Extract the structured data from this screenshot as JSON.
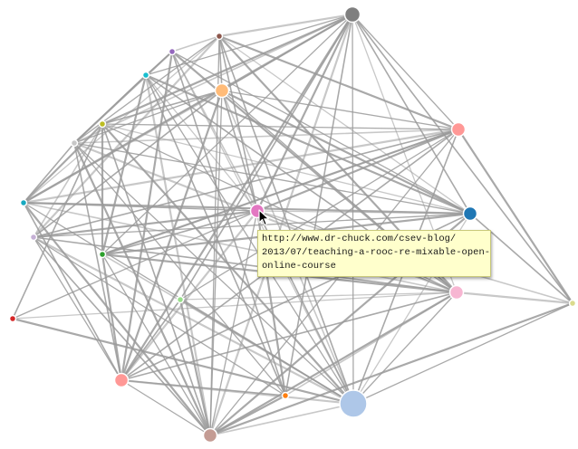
{
  "graph": {
    "nodes": [
      {
        "id": "n0",
        "color": "#7f7f7f",
        "size": "large"
      },
      {
        "id": "n1",
        "color": "#8c564b",
        "size": "small"
      },
      {
        "id": "n2",
        "color": "#9467bd",
        "size": "small"
      },
      {
        "id": "n3",
        "color": "#ffbb78",
        "size": "medium"
      },
      {
        "id": "n4",
        "color": "#17becf",
        "size": "small"
      },
      {
        "id": "n5",
        "color": "#bcbd22",
        "size": "small"
      },
      {
        "id": "n6",
        "color": "#c7c7c7",
        "size": "small"
      },
      {
        "id": "n7",
        "color": "#ff9896",
        "size": "medium"
      },
      {
        "id": "n8",
        "color": "#17a9c0",
        "size": "small"
      },
      {
        "id": "n9",
        "color": "#e377c2",
        "size": "medium"
      },
      {
        "id": "n10",
        "color": "#1f77b4",
        "size": "medium"
      },
      {
        "id": "n11",
        "color": "#c5b0d5",
        "size": "small"
      },
      {
        "id": "n12",
        "color": "#2ca02c",
        "size": "small"
      },
      {
        "id": "n13",
        "color": "#98df8a",
        "size": "small"
      },
      {
        "id": "n14",
        "color": "#f7b6d2",
        "size": "medium"
      },
      {
        "id": "n15",
        "color": "#dbdb8d",
        "size": "small"
      },
      {
        "id": "n16",
        "color": "#d62728",
        "size": "small"
      },
      {
        "id": "n17",
        "color": "#ff9896",
        "size": "medium"
      },
      {
        "id": "n18",
        "color": "#ff7f0e",
        "size": "small"
      },
      {
        "id": "n19",
        "color": "#aec7e8",
        "size": "xlarge"
      },
      {
        "id": "n20",
        "color": "#c49c94",
        "size": "medium"
      }
    ],
    "edges": [
      [
        "n0",
        "n1"
      ],
      [
        "n0",
        "n3"
      ],
      [
        "n0",
        "n4"
      ],
      [
        "n0",
        "n5"
      ],
      [
        "n0",
        "n6"
      ],
      [
        "n0",
        "n7"
      ],
      [
        "n0",
        "n9"
      ],
      [
        "n0",
        "n10"
      ],
      [
        "n0",
        "n14"
      ],
      [
        "n0",
        "n17"
      ],
      [
        "n0",
        "n18"
      ],
      [
        "n0",
        "n19"
      ],
      [
        "n0",
        "n20"
      ],
      [
        "n0",
        "n15"
      ],
      [
        "n0",
        "n12"
      ],
      [
        "n0",
        "n8"
      ],
      [
        "n1",
        "n2"
      ],
      [
        "n1",
        "n6"
      ],
      [
        "n1",
        "n7"
      ],
      [
        "n1",
        "n9"
      ],
      [
        "n1",
        "n10"
      ],
      [
        "n1",
        "n14"
      ],
      [
        "n1",
        "n19"
      ],
      [
        "n1",
        "n20"
      ],
      [
        "n1",
        "n11"
      ],
      [
        "n1",
        "n3"
      ],
      [
        "n2",
        "n4"
      ],
      [
        "n2",
        "n6"
      ],
      [
        "n2",
        "n9"
      ],
      [
        "n2",
        "n10"
      ],
      [
        "n2",
        "n14"
      ],
      [
        "n2",
        "n18"
      ],
      [
        "n2",
        "n19"
      ],
      [
        "n2",
        "n17"
      ],
      [
        "n3",
        "n5"
      ],
      [
        "n3",
        "n7"
      ],
      [
        "n3",
        "n8"
      ],
      [
        "n3",
        "n9"
      ],
      [
        "n3",
        "n14"
      ],
      [
        "n3",
        "n17"
      ],
      [
        "n3",
        "n19"
      ],
      [
        "n3",
        "n20"
      ],
      [
        "n3",
        "n10"
      ],
      [
        "n4",
        "n6"
      ],
      [
        "n4",
        "n9"
      ],
      [
        "n4",
        "n10"
      ],
      [
        "n4",
        "n14"
      ],
      [
        "n4",
        "n19"
      ],
      [
        "n4",
        "n20"
      ],
      [
        "n4",
        "n18"
      ],
      [
        "n5",
        "n7"
      ],
      [
        "n5",
        "n8"
      ],
      [
        "n5",
        "n11"
      ],
      [
        "n5",
        "n14"
      ],
      [
        "n5",
        "n19"
      ],
      [
        "n5",
        "n20"
      ],
      [
        "n5",
        "n10"
      ],
      [
        "n5",
        "n12"
      ],
      [
        "n6",
        "n8"
      ],
      [
        "n6",
        "n10"
      ],
      [
        "n6",
        "n14"
      ],
      [
        "n6",
        "n17"
      ],
      [
        "n6",
        "n19"
      ],
      [
        "n6",
        "n20"
      ],
      [
        "n6",
        "n7"
      ],
      [
        "n6",
        "n18"
      ],
      [
        "n7",
        "n9"
      ],
      [
        "n7",
        "n11"
      ],
      [
        "n7",
        "n12"
      ],
      [
        "n7",
        "n15"
      ],
      [
        "n7",
        "n19"
      ],
      [
        "n7",
        "n20"
      ],
      [
        "n7",
        "n8"
      ],
      [
        "n7",
        "n17"
      ],
      [
        "n8",
        "n9"
      ],
      [
        "n8",
        "n10"
      ],
      [
        "n8",
        "n14"
      ],
      [
        "n8",
        "n19"
      ],
      [
        "n8",
        "n20"
      ],
      [
        "n8",
        "n17"
      ],
      [
        "n9",
        "n10"
      ],
      [
        "n9",
        "n11"
      ],
      [
        "n9",
        "n12"
      ],
      [
        "n9",
        "n14"
      ],
      [
        "n9",
        "n17"
      ],
      [
        "n9",
        "n19"
      ],
      [
        "n9",
        "n20"
      ],
      [
        "n9",
        "n18"
      ],
      [
        "n9",
        "n15"
      ],
      [
        "n10",
        "n11"
      ],
      [
        "n10",
        "n12"
      ],
      [
        "n10",
        "n17"
      ],
      [
        "n10",
        "n19"
      ],
      [
        "n10",
        "n20"
      ],
      [
        "n11",
        "n14"
      ],
      [
        "n11",
        "n17"
      ],
      [
        "n11",
        "n19"
      ],
      [
        "n11",
        "n20"
      ],
      [
        "n11",
        "n18"
      ],
      [
        "n12",
        "n14"
      ],
      [
        "n12",
        "n19"
      ],
      [
        "n12",
        "n20"
      ],
      [
        "n12",
        "n17"
      ],
      [
        "n13",
        "n17"
      ],
      [
        "n13",
        "n14"
      ],
      [
        "n13",
        "n20"
      ],
      [
        "n13",
        "n19"
      ],
      [
        "n13",
        "n7"
      ],
      [
        "n14",
        "n15"
      ],
      [
        "n14",
        "n17"
      ],
      [
        "n14",
        "n19"
      ],
      [
        "n14",
        "n20"
      ],
      [
        "n14",
        "n18"
      ],
      [
        "n15",
        "n19"
      ],
      [
        "n15",
        "n20"
      ],
      [
        "n15",
        "n10"
      ],
      [
        "n16",
        "n14"
      ],
      [
        "n16",
        "n19"
      ],
      [
        "n16",
        "n5"
      ],
      [
        "n16",
        "n9"
      ],
      [
        "n17",
        "n19"
      ],
      [
        "n17",
        "n18"
      ],
      [
        "n17",
        "n20"
      ],
      [
        "n18",
        "n20"
      ],
      [
        "n19",
        "n20"
      ],
      [
        "n6",
        "n3"
      ],
      [
        "n4",
        "n12"
      ],
      [
        "n11",
        "n3"
      ],
      [
        "n8",
        "n1"
      ],
      [
        "n12",
        "n7"
      ],
      [
        "n13",
        "n0"
      ]
    ]
  },
  "tooltip": {
    "lines": [
      "http://www.dr-chuck.com/csev-blog/",
      "2013/07/teaching-a-rooc-re-mixable-open-",
      "online-course"
    ]
  },
  "cursor": {
    "icon": "arrow-cursor-icon"
  }
}
